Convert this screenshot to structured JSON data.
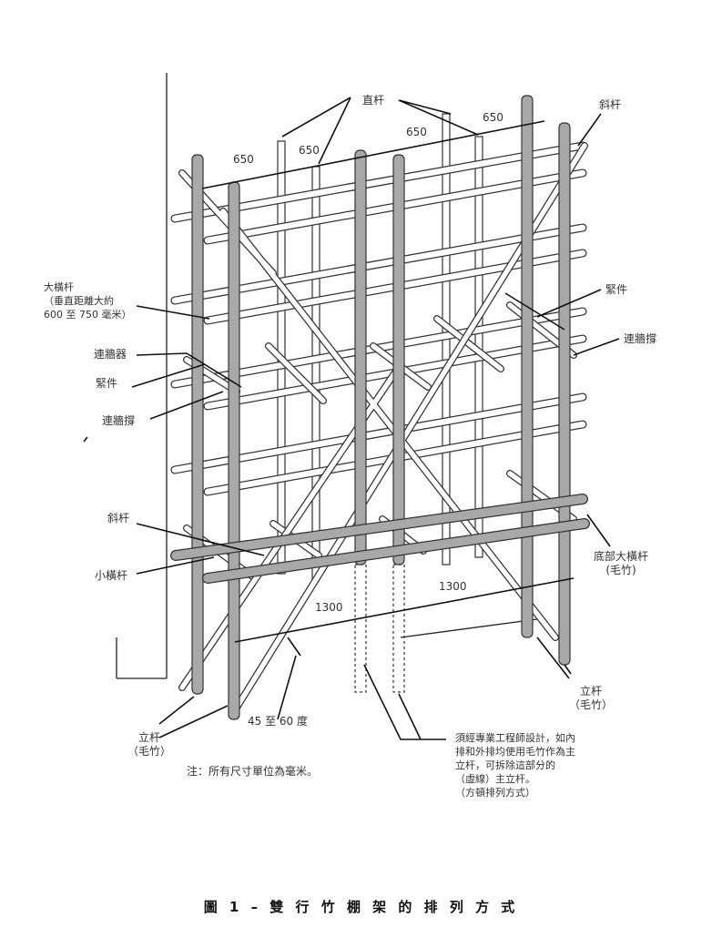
{
  "labels": {
    "vertical_pole_top": "直杆",
    "diagonal_top": "斜杆",
    "dim_650_a": "650",
    "dim_650_b": "650",
    "dim_650_c": "650",
    "dim_650_d": "650",
    "ledger": "大橫杆\n（垂直距離大約\n600 至 750 毫米）",
    "wall_tie_left": "連牆器",
    "clamp_left": "緊件",
    "wall_brace_left": "連牆撐",
    "clamp_right": "緊件",
    "wall_brace_right": "連牆撐",
    "diagonal_left": "斜杆",
    "transom": "小橫杆",
    "bottom_ledger": "底部大橫杆\n(毛竹)",
    "dim_1300_a": "1300",
    "dim_1300_b": "1300",
    "angle": "45 至 60 度",
    "standard_left": "立杆\n（毛竹）",
    "standard_right": "立杆\n（毛竹）",
    "engineer_note": "須經專業工程師設計，如內\n排和外排均使用毛竹作為主\n立杆，可拆除這部分的\n（虛線）主立杆。\n（方頓排列方式）",
    "units_note": "注：所有尺寸單位為毫米。"
  },
  "caption": "圖 1 – 雙 行 竹 棚 架 的 排 列 方 式"
}
